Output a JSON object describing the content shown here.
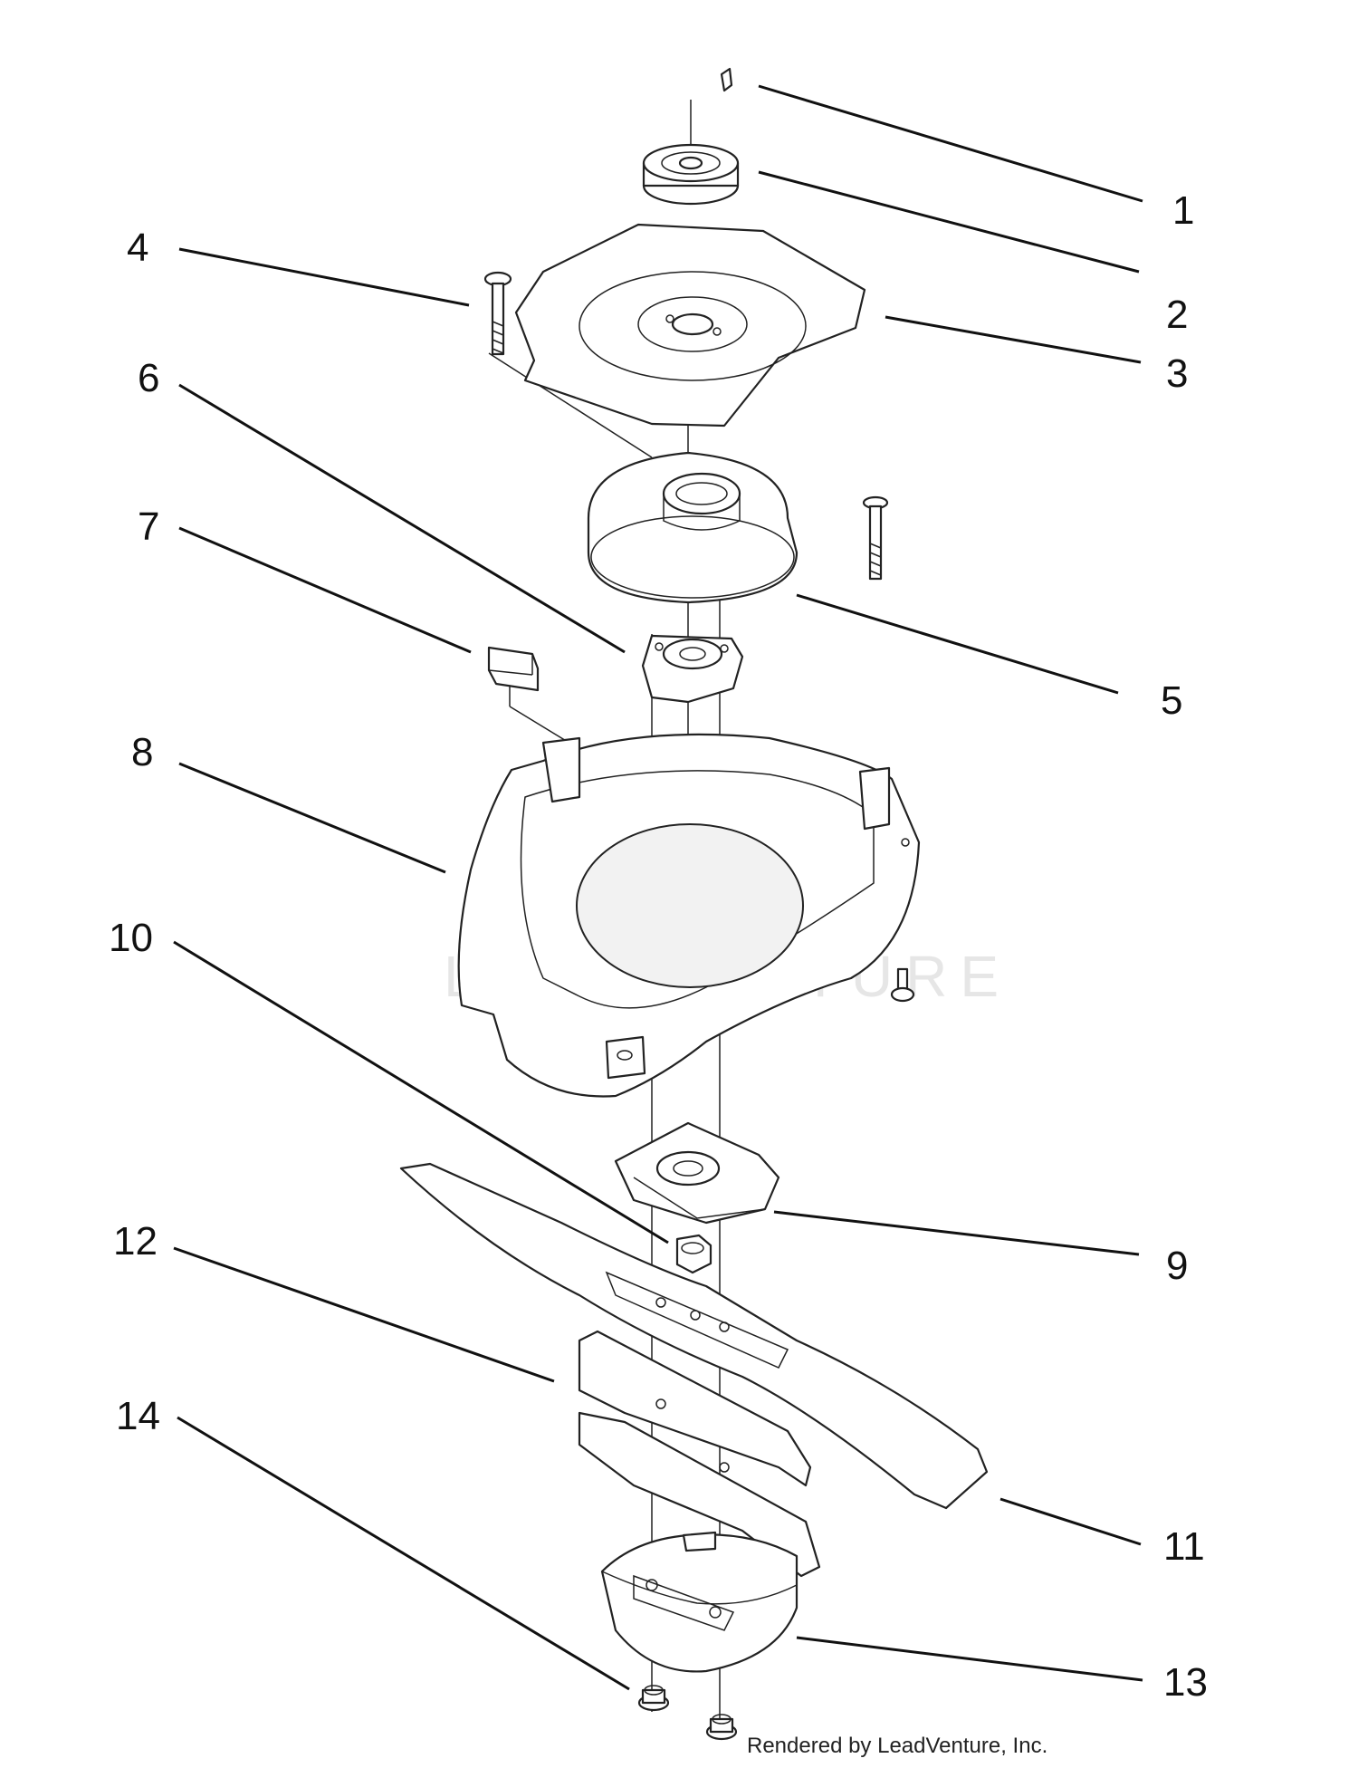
{
  "callouts": [
    "1",
    "2",
    "3",
    "4",
    "5",
    "6",
    "7",
    "8",
    "9",
    "10",
    "11",
    "12",
    "13",
    "14"
  ],
  "watermark": "LEADVENTURE",
  "credit": "Rendered by LeadVenture, Inc."
}
